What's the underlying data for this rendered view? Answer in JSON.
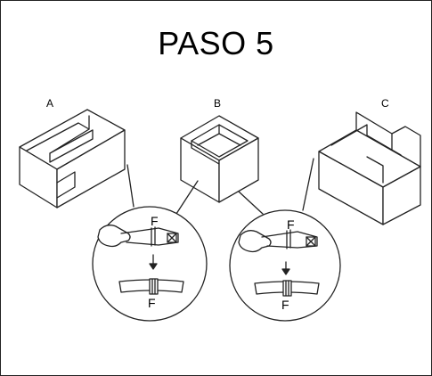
{
  "title": "PASO 5",
  "blocks": [
    {
      "label": "A"
    },
    {
      "label": "B"
    },
    {
      "label": "C"
    }
  ],
  "details": [
    {
      "mark_top": "F",
      "mark_bottom": "F"
    },
    {
      "mark_top": "F",
      "mark_bottom": "F"
    }
  ]
}
